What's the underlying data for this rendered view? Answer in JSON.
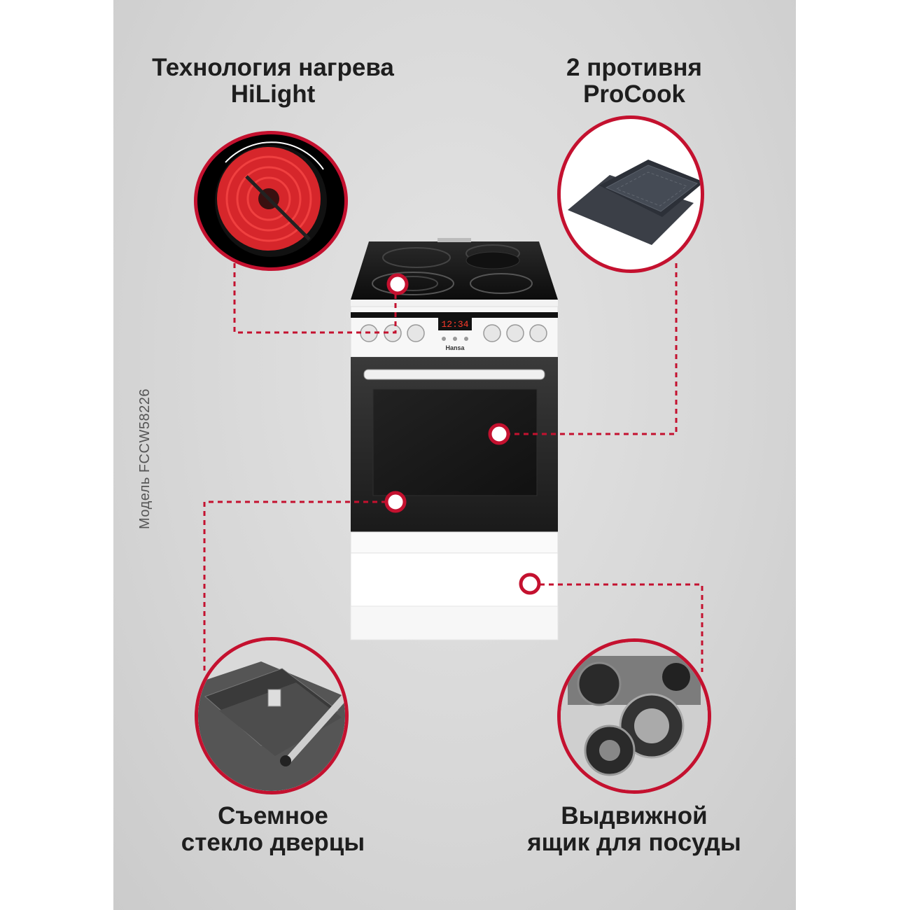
{
  "model": "Модель FCCW58226",
  "brand": "Hansa",
  "display_time": "12:34",
  "accent_color": "#c4112f",
  "features": [
    {
      "lines": [
        "Технология нагрева",
        "HiLight"
      ],
      "icon": "hilight-burner-icon"
    },
    {
      "lines": [
        "2 противня",
        "ProCook"
      ],
      "icon": "baking-trays-icon"
    },
    {
      "lines": [
        "Съемное",
        "стекло дверцы"
      ],
      "icon": "removable-door-glass-icon"
    },
    {
      "lines": [
        "Выдвижной",
        "ящик для посуды"
      ],
      "icon": "cookware-drawer-icon"
    }
  ]
}
